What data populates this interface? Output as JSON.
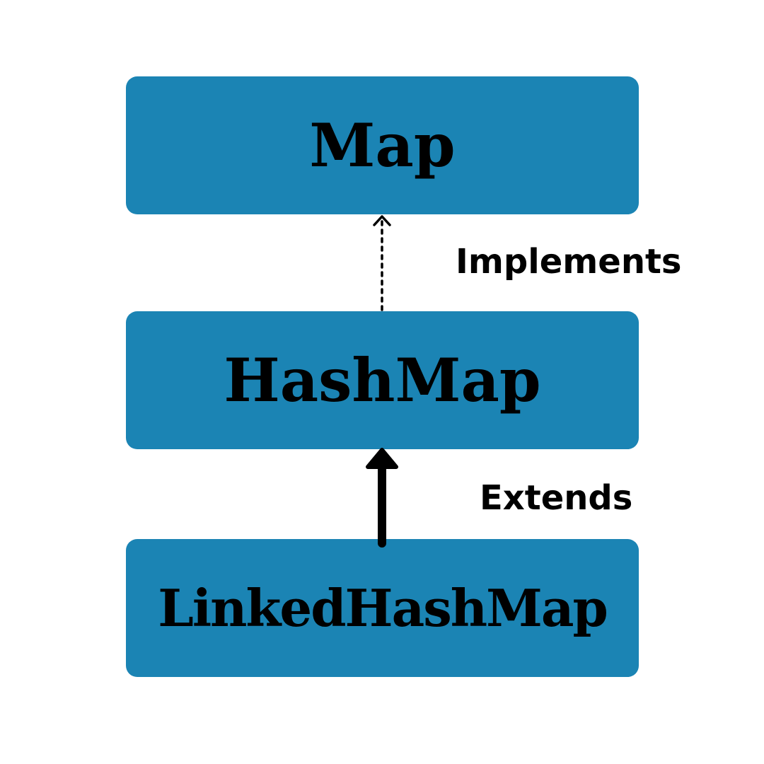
{
  "nodes": {
    "map": {
      "label": "Map"
    },
    "hashmap": {
      "label": "HashMap"
    },
    "linkedhashmap": {
      "label": "LinkedHashMap"
    }
  },
  "edges": {
    "implements": {
      "label": "Implements",
      "style": "dotted"
    },
    "extends": {
      "label": "Extends",
      "style": "solid"
    }
  },
  "colors": {
    "node_fill": "#1b84b4",
    "text": "#000000",
    "background": "#ffffff"
  }
}
